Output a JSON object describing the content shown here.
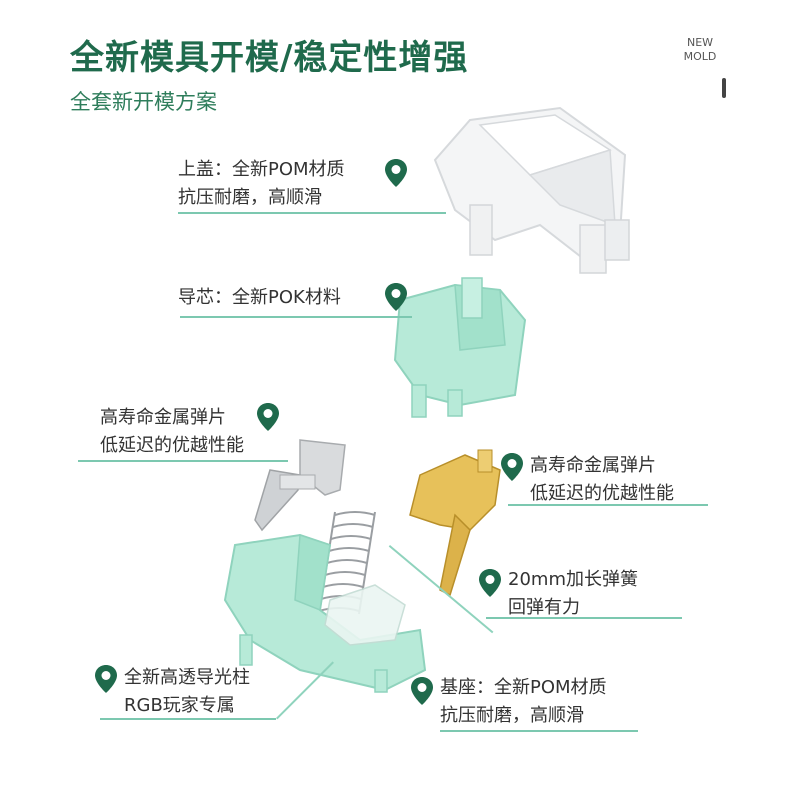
{
  "header": {
    "title": "全新模具开模/稳定性增强",
    "subtitle": "全套新开模方案",
    "badge_line1": "NEW",
    "badge_line2": "MOLD"
  },
  "callouts": {
    "top_housing": {
      "line1": "上盖：全新POM材质",
      "line2": "抗压耐磨，高顺滑"
    },
    "stem": {
      "line1": "导芯：全新POK材料"
    },
    "left_leaf": {
      "line1": "高寿命金属弹片",
      "line2": "低延迟的优越性能"
    },
    "right_leaf": {
      "line1": "高寿命金属弹片",
      "line2": "低延迟的优越性能"
    },
    "spring": {
      "line1": "20mm加长弹簧",
      "line2": "回弹有力"
    },
    "light_pipe": {
      "line1": "全新高透导光柱",
      "line2": "RGB玩家专属"
    },
    "base": {
      "line1": "基座：全新POM材质",
      "line2": "抗压耐磨，高顺滑"
    }
  },
  "colors": {
    "brand_green": "#1f6a4c",
    "accent_mint": "#a8e6d0",
    "line_mint": "#7cc8b0",
    "pin_green": "#1f6a4c",
    "gold": "#e7c15a"
  },
  "icons": [
    "location-pin-icon"
  ]
}
